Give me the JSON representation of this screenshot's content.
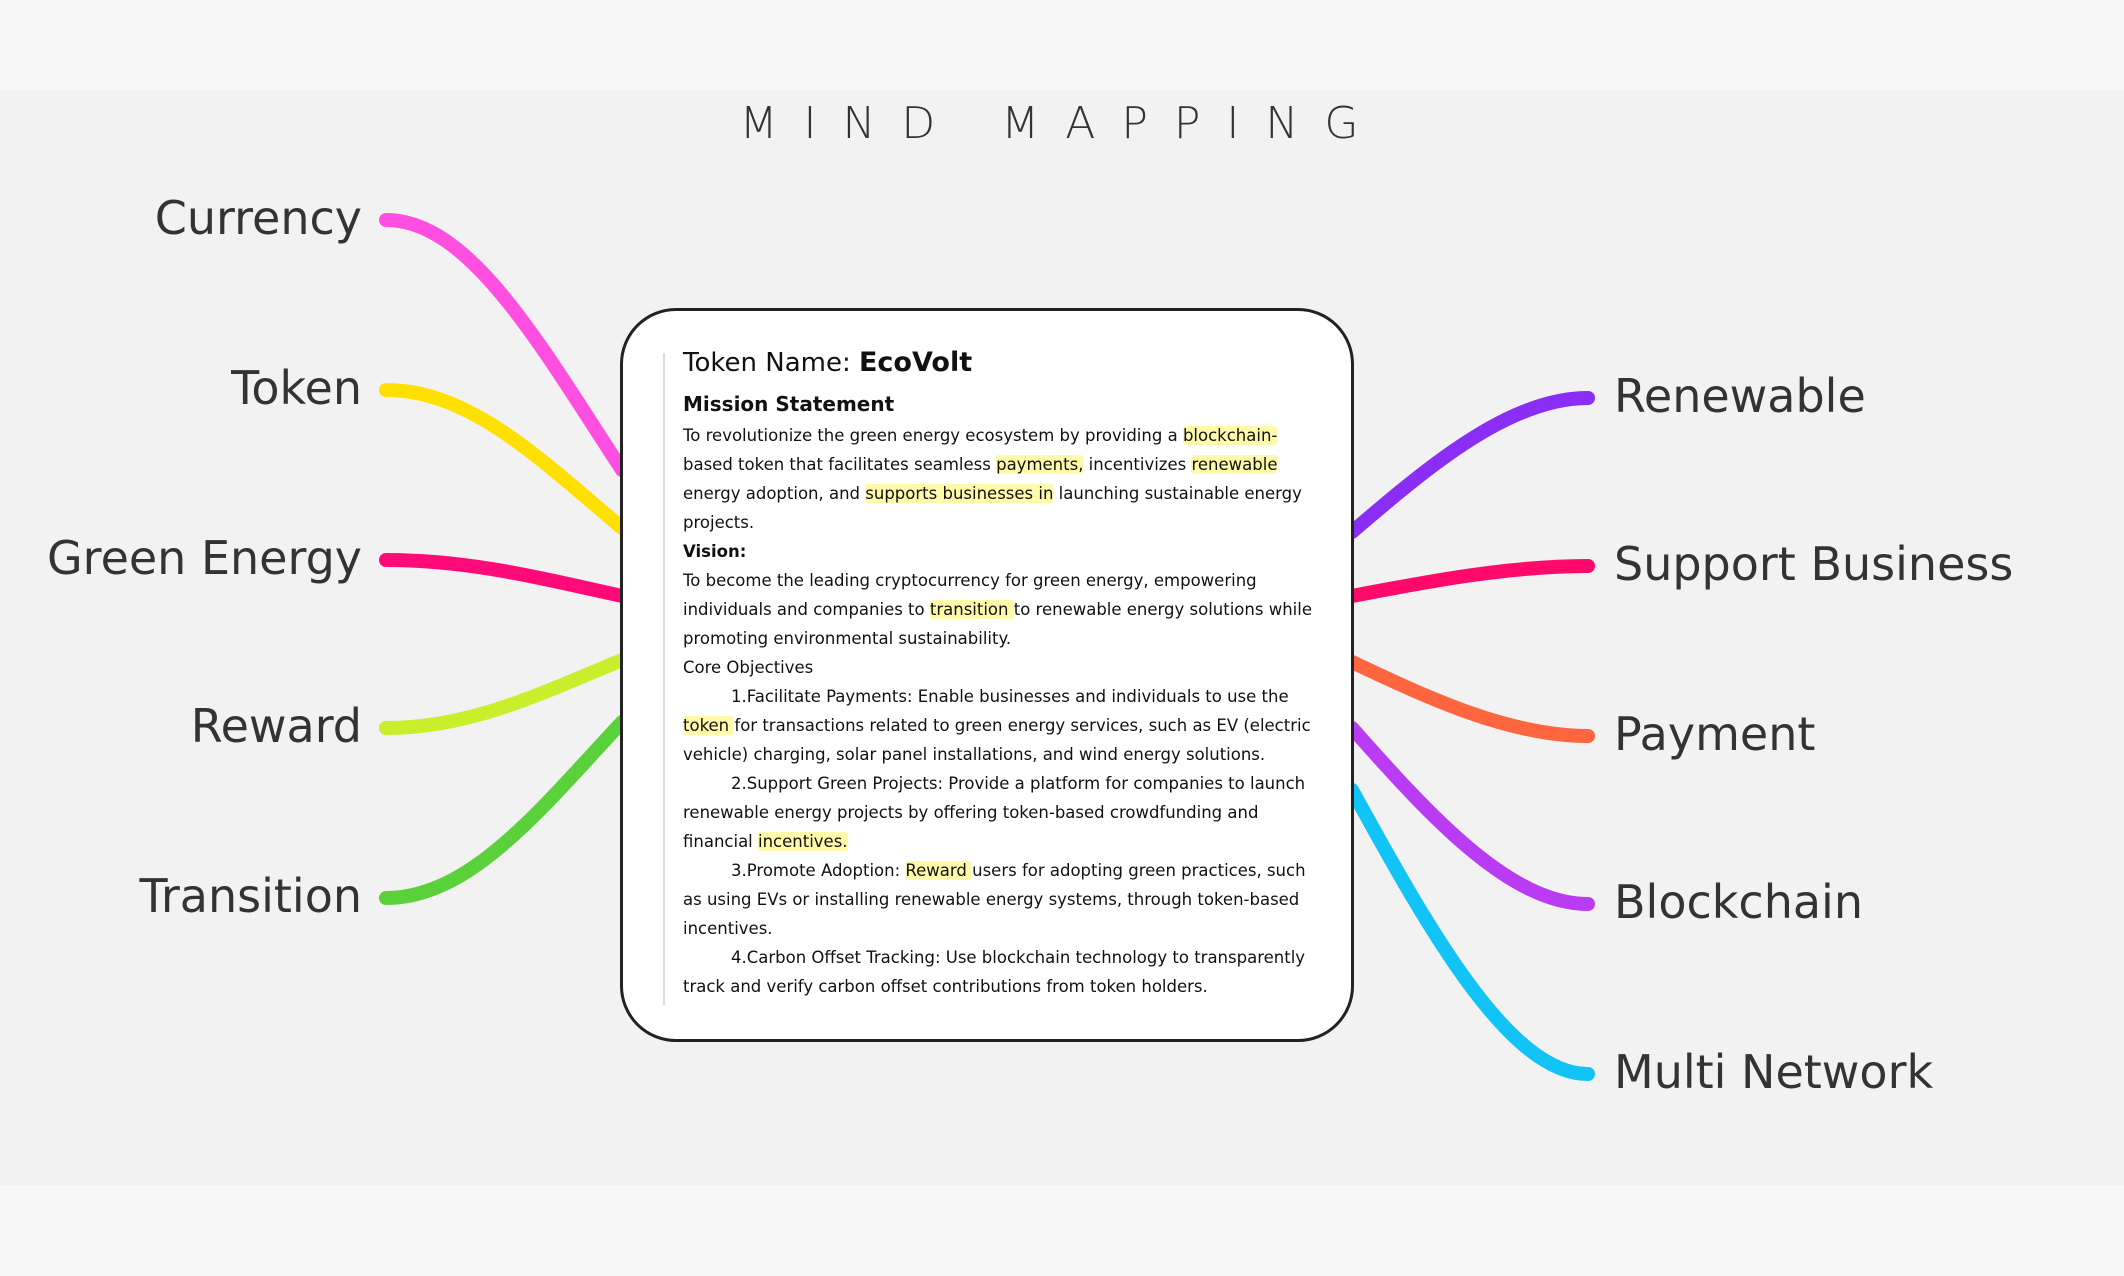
{
  "title": "MIND MAPPING",
  "left_branches": [
    {
      "label": "Currency",
      "color": "#ff4fe0"
    },
    {
      "label": "Token",
      "color": "#ffe000"
    },
    {
      "label": "Green Energy",
      "color": "#ff0a78"
    },
    {
      "label": "Reward",
      "color": "#c8ee2c"
    },
    {
      "label": "Transition",
      "color": "#5ad03a"
    }
  ],
  "right_branches": [
    {
      "label": "Renewable",
      "color": "#8a2ef5"
    },
    {
      "label": "Support Business",
      "color": "#ff0a6a"
    },
    {
      "label": "Payment",
      "color": "#ff6640"
    },
    {
      "label": "Blockchain",
      "color": "#b93cf2"
    },
    {
      "label": "Multi Network",
      "color": "#12c4f5"
    }
  ],
  "document": {
    "token_label": "Token Name:",
    "token_name": "EcoVolt",
    "mission_heading": "Mission Statement",
    "mission": [
      {
        "t": "To revolutionize the green energy ecosystem by providing a ",
        "hl": false
      },
      {
        "t": "blockchain-",
        "hl": true
      },
      {
        "t": "based token that facilitates seamless ",
        "hl": false
      },
      {
        "t": "payments,",
        "hl": true
      },
      {
        "t": " incentivizes ",
        "hl": false
      },
      {
        "t": "renewable ",
        "hl": true
      },
      {
        "t": "energy adoption, and ",
        "hl": false
      },
      {
        "t": "supports businesses in",
        "hl": true
      },
      {
        "t": " launching sustainable energy projects.",
        "hl": false
      }
    ],
    "vision_heading": "Vision:",
    "vision": [
      {
        "t": "To become the leading cryptocurrency for green energy, empowering individuals and companies to ",
        "hl": false
      },
      {
        "t": "transition ",
        "hl": true
      },
      {
        "t": "to renewable energy solutions while promoting environmental sustainability.",
        "hl": false
      }
    ],
    "objectives_heading": "Core Objectives",
    "objectives": [
      [
        {
          "t": "1.Facilitate Payments: Enable businesses and individuals to use the ",
          "hl": false
        },
        {
          "t": "token ",
          "hl": true
        },
        {
          "t": "for transactions related to green energy services, such as EV (electric vehicle) charging, solar panel installations, and wind energy solutions.",
          "hl": false
        }
      ],
      [
        {
          "t": "2.Support Green Projects: Provide a platform for companies to launch renewable energy projects by offering token-based crowdfunding and financial ",
          "hl": false
        },
        {
          "t": "incentives.",
          "hl": true
        }
      ],
      [
        {
          "t": "3.Promote Adoption: ",
          "hl": false
        },
        {
          "t": "Reward ",
          "hl": true
        },
        {
          "t": "users for adopting green practices, such as using EVs or installing renewable energy systems, through token-based incentives.",
          "hl": false
        }
      ],
      [
        {
          "t": "4.Carbon Offset Tracking: Use blockchain technology to transparently track and verify carbon offset contributions from token holders.",
          "hl": false
        }
      ]
    ]
  }
}
